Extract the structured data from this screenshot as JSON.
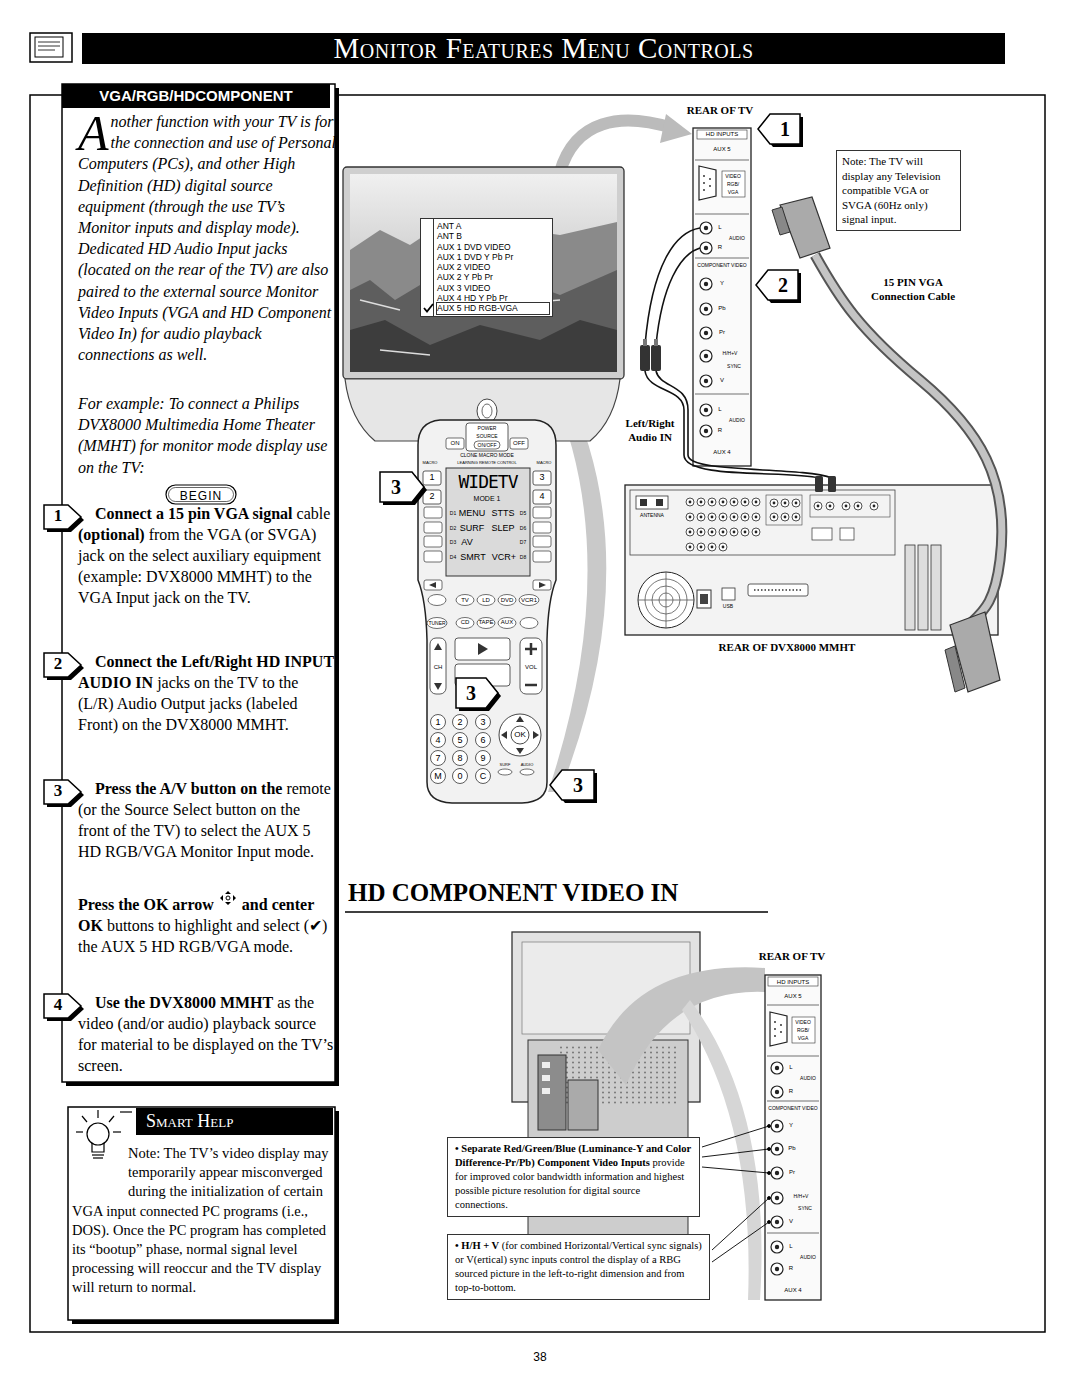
{
  "diagram": {
    "title": "Monitor Features Menu Controls",
    "nodes": [
      {
        "text": [
          "VGA/RGB/HDCOMPONENT",
          "Another function with your TV is for the connection and use of Personal Computers (PCs), and other High Definition (HD) digital source equipment (through the use TV’s Monitor inputs and display mode). Dedicated HD Audio Input jacks (located on the rear of the TV) are also paired to the external source Monitor Video Inputs (VGA and HD Component Video In) for audio playback connections as well.",
          "For example: To connect a Philips DVX8000 Multimedia Home Theater (MMHT) for monitor mode display use on the TV:",
          "Connect a 15 pin VGA signal",
          "cable",
          "(optional)",
          "from the VGA (or SVGA) jack on the select auxiliary equipment (example: DVX8000 MMHT) to the VGA Input jack on the TV.",
          "Connect the Left/Right HD INPUT AUDIO IN",
          "jacks on the TV to the (L/R) Audio Output jacks (labeled Front) on the DVX8000 MMHT.",
          "Press the A/V button on the",
          "remote (or the Source Select button on the front of the TV) to select the AUX 5 HD RGB/VGA Monitor Input mode.",
          "Press the OK arrow",
          "and center OK",
          "buttons to highlight and select (✔) the AUX 5 HD RGB/VGA mode.",
          "Use the DVX8000 MMHT",
          "as the video (and/or audio) playback source for material to be displayed on the TV’s screen."
        ]
      },
      {
        "text": [
          "Smart Help",
          "Note: The TV’s video display may temporarily appear misconverged during the initialization of certain VGA input connected PC programs (i.e., DOS). Once the PC program has completed its “bootup” phase, normal signal level processing will reoccur and the TV display will return to normal."
        ]
      },
      {
        "text": [
          "ANT A",
          "ANT B",
          "AUX 1 DVD VIDEO",
          "AUX 1 DVD Y Pb Pr",
          "AUX 2 VIDEO",
          "AUX 2 Y Pb Pr",
          "AUX 3 VIDEO",
          "AUX 4 HD Y Pb Pr",
          "AUX 5 HD RGB-VGA"
        ]
      },
      {
        "text": [
          "Note: The TV will display any Television compatible VGA or SVGA (60Hz only) signal input."
        ]
      },
      {
        "text": [
          "• Separate Red/Green/Blue (Luminance-Y and Color Difference-Pr/Pb) Component Video Inputs",
          "provide for improved color bandwidth information and highest possible picture resolution for digital source connections."
        ]
      },
      {
        "text": [
          "• H/H + V",
          "(for combined Horizontal/Vertical sync signals) or V(ertical) sync inputs control the display of a RBG sourced picture in the left-to-right dimension and from top-to-bottom."
        ]
      }
    ],
    "labels": [
      "1",
      "2",
      "3",
      "4",
      "BEGIN",
      "REAR OF TV",
      "HD INPUTS",
      "AUX 5",
      "VIDEO",
      "RGB/",
      "VGA",
      "L",
      "AUDIO",
      "R",
      "COMPONENT VIDEO",
      "Y",
      "Pb",
      "Pr",
      "H/H+V",
      "SYNC",
      "V",
      "L",
      "AUDIO",
      "R",
      "AUX 4",
      "1",
      "2",
      "15 PIN VGA",
      "Connection Cable",
      "Left/Right",
      "Audio IN",
      "3",
      "3",
      "3",
      "REAR OF DVX8000 MMHT",
      "ANTENNA",
      "USB",
      "POWER",
      "SOURCE",
      "ON",
      "ON/OFF",
      "OFF",
      "CLONE MACRO MODE",
      "MACRO",
      "MACRO",
      "LEARNING REMOTE CONTROL",
      "1",
      "2",
      "3",
      "4",
      "WIDETV",
      "MODE 1",
      "D1",
      "MENU",
      "STTS",
      "D5",
      "D2",
      "SURF",
      "SLEP",
      "D6",
      "D3",
      "AV",
      "D7",
      "D4",
      "SMRT",
      "VCR+",
      "D8",
      "TV",
      "LD",
      "DVD",
      "VCR1",
      "TUNER",
      "CD",
      "TAPE",
      "AUX",
      "CH",
      "VOL",
      "1",
      "2",
      "3",
      "4",
      "5",
      "6",
      "7",
      "8",
      "9",
      "M",
      "0",
      "C",
      "OK",
      "SURF",
      "AUDIO",
      "REAR OF TV",
      "HD INPUTS",
      "AUX 5",
      "VIDEO",
      "RGB/",
      "VGA",
      "L",
      "AUDIO",
      "R",
      "COMPONENT VIDEO",
      "Y",
      "Pb",
      "Pr",
      "H/H+V",
      "SYNC",
      "V",
      "L",
      "AUDIO",
      "R",
      "AUX 4",
      "HD COMPONENT VIDEO IN",
      "38"
    ]
  }
}
